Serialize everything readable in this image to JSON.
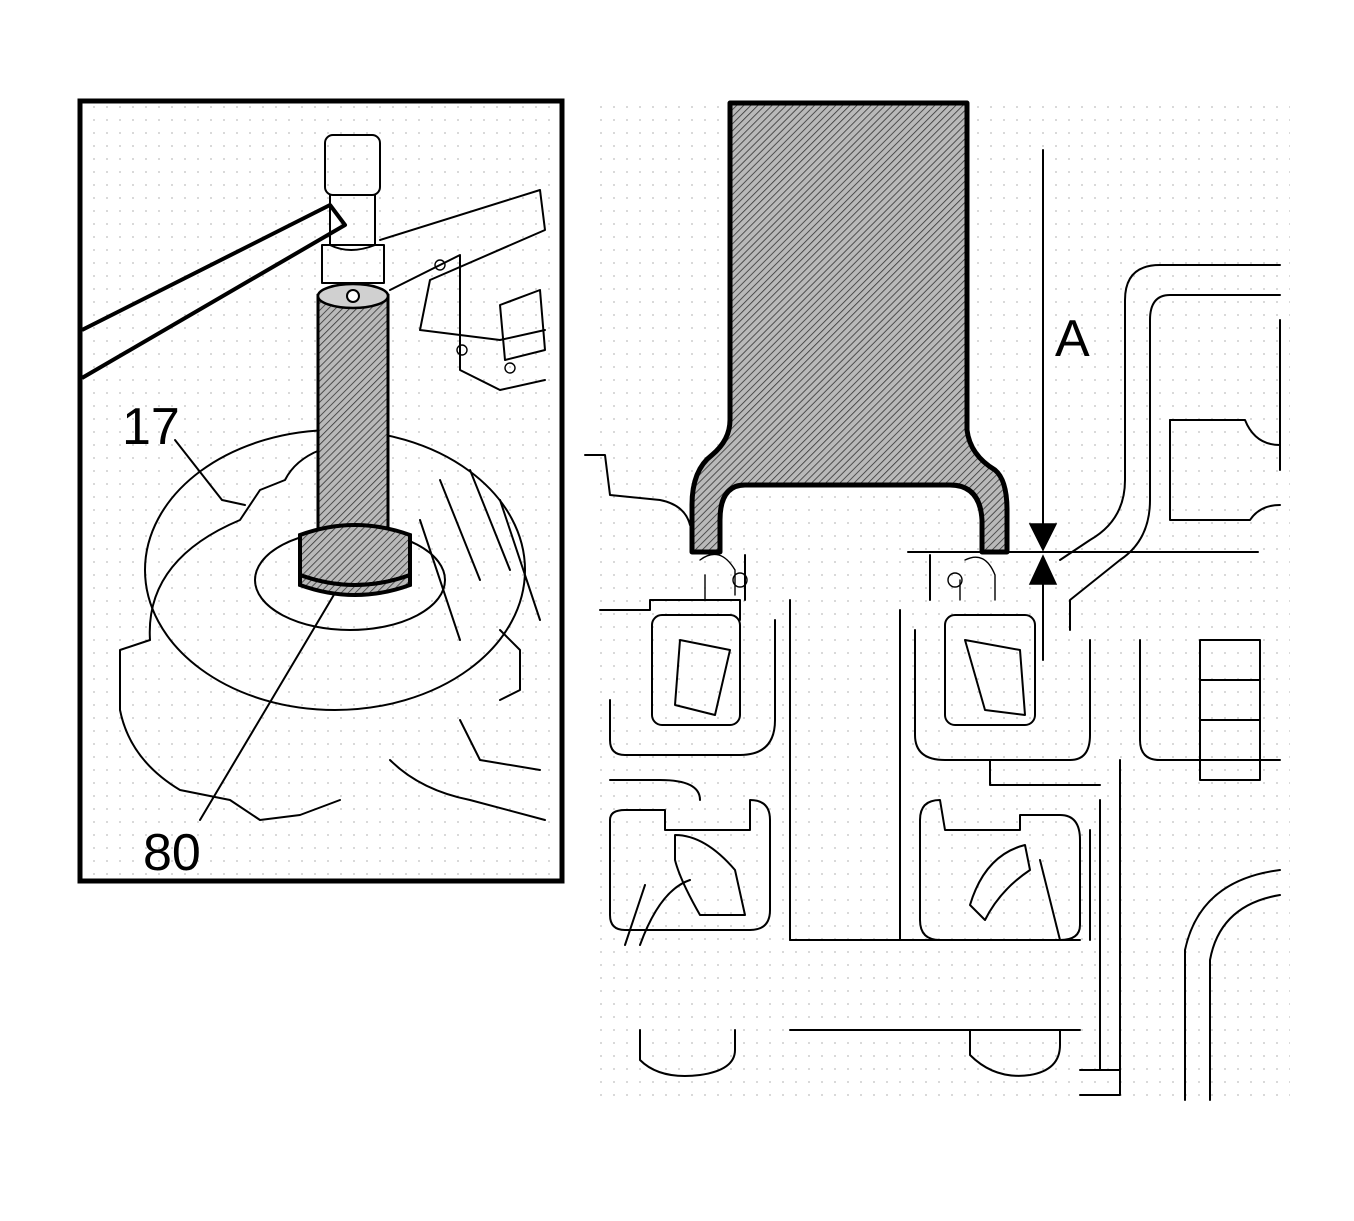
{
  "figure": {
    "inset": {
      "callouts": [
        {
          "id": "callout-17",
          "label": "17"
        },
        {
          "id": "callout-80",
          "label": "80"
        }
      ]
    },
    "section": {
      "dimension_label": "A"
    }
  }
}
